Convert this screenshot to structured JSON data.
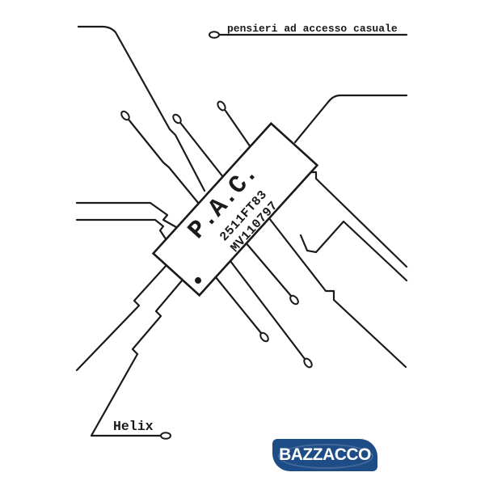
{
  "header": {
    "tagline": "pensieri ad accesso casuale"
  },
  "chip": {
    "title": "P.A.C.",
    "part_number": "2511FT83",
    "serial": "MV110797"
  },
  "annotations": {
    "helix": "Helix"
  },
  "brand": {
    "name": "BAZZACCO",
    "color": "#1d4c86"
  },
  "colors": {
    "ink": "#1a1a1a",
    "background": "#ffffff"
  }
}
